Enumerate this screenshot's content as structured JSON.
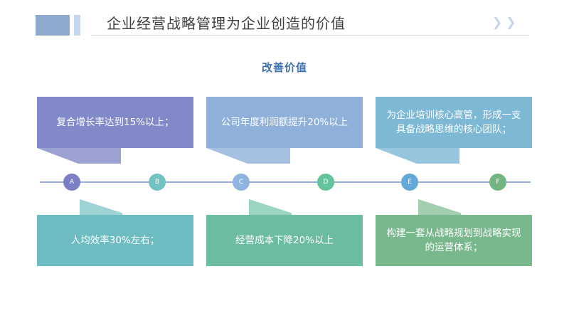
{
  "header": {
    "title": "企业经营战略管理为企业创造的价值",
    "chevrons": "❯❯",
    "accent_dark": "#8faacf",
    "accent_light": "#c6d5eb"
  },
  "subtitle": {
    "text": "改善价值",
    "color": "#3f72b0"
  },
  "top_boxes": [
    {
      "label": "复合增长率达到15%以上；",
      "color": "#8189c8",
      "tail_color": "#9ba2d2"
    },
    {
      "label": "公司年度利润额提升20%以上",
      "color": "#8fb0d9",
      "tail_color": "#a6c0e1"
    },
    {
      "label": "为企业培训核心高管，形成一支具备战略思维的核心团队；",
      "color": "#7db8d4",
      "tail_color": "#95c6dd"
    }
  ],
  "bottom_boxes": [
    {
      "label": "人均效率30%左右；",
      "color": "#6cbcc1",
      "tail_color": "#9ed3d6"
    },
    {
      "label": "经营成本下降20%以上",
      "color": "#6cbca4",
      "tail_color": "#9ad4c3"
    },
    {
      "label": "构建一套从战略规划到战略实现的运营体系；",
      "color": "#79b78d",
      "tail_color": "#a3cfb0"
    }
  ],
  "timeline": {
    "line_color": "#9aaedd",
    "nodes": [
      {
        "label": "A",
        "color": "#7b7fc4"
      },
      {
        "label": "B",
        "color": "#72c2c0"
      },
      {
        "label": "C",
        "color": "#8fb4e0"
      },
      {
        "label": "D",
        "color": "#66c49c"
      },
      {
        "label": "E",
        "color": "#64a8d8"
      },
      {
        "label": "F",
        "color": "#74b681"
      }
    ]
  }
}
